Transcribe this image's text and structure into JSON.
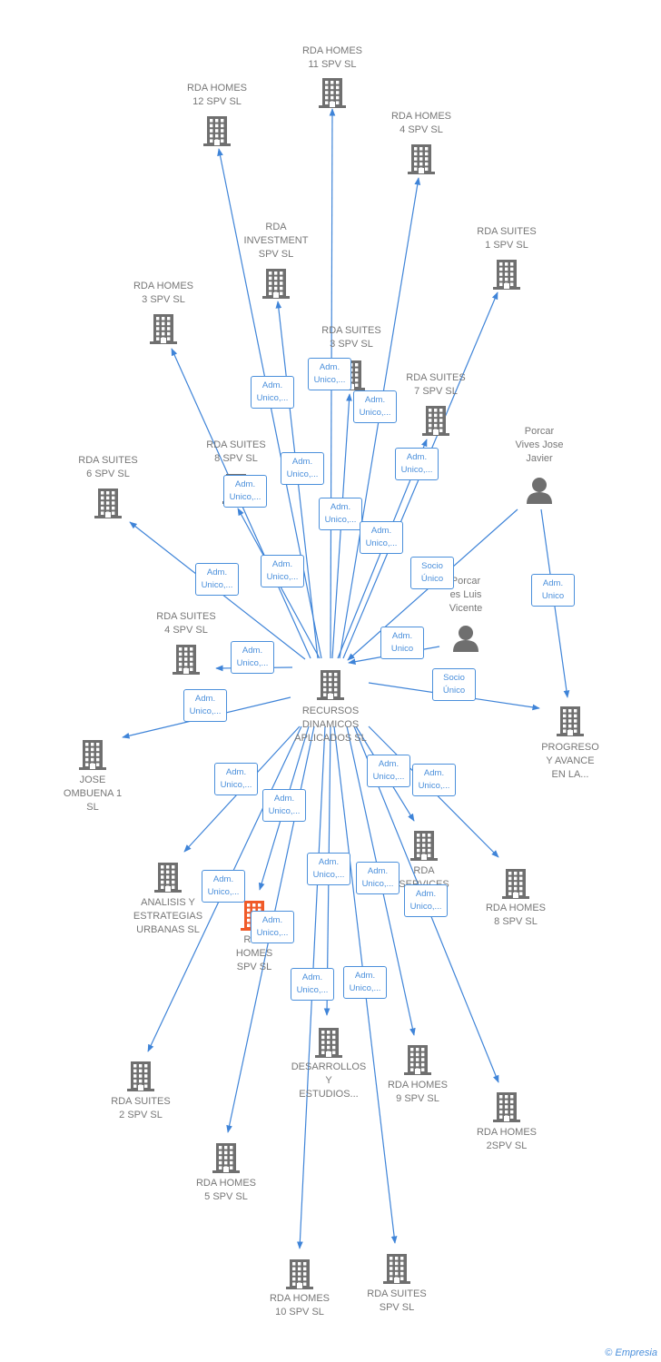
{
  "footer": {
    "copyright": "©",
    "brand": "Empresia"
  },
  "colors": {
    "edge": "#3f84d8",
    "company": "#6f6f6f",
    "highlight": "#f05a28",
    "person": "#6f6f6f",
    "label": "#777777"
  },
  "nodes": [
    {
      "id": "center",
      "kind": "company",
      "lines": [
        "RECURSOS",
        "DINAMICOS",
        "APLICADOS  SL"
      ]
    },
    {
      "id": "homes11",
      "kind": "company",
      "lines": [
        "RDA HOMES",
        "11 SPV  SL"
      ]
    },
    {
      "id": "homes12",
      "kind": "company",
      "lines": [
        "RDA HOMES",
        "12 SPV  SL"
      ]
    },
    {
      "id": "homes4",
      "kind": "company",
      "lines": [
        "RDA HOMES",
        "4 SPV  SL"
      ]
    },
    {
      "id": "investment",
      "kind": "company",
      "lines": [
        "RDA",
        "INVESTMENT",
        "SPV  SL"
      ]
    },
    {
      "id": "suites1",
      "kind": "company",
      "lines": [
        "RDA SUITES",
        "1 SPV  SL"
      ]
    },
    {
      "id": "homes3",
      "kind": "company",
      "lines": [
        "RDA HOMES",
        "3 SPV  SL"
      ]
    },
    {
      "id": "suites3",
      "kind": "company",
      "lines": [
        "RDA SUITES",
        "3 SPV  SL"
      ]
    },
    {
      "id": "suites7",
      "kind": "company",
      "lines": [
        "RDA SUITES",
        "7 SPV  SL"
      ]
    },
    {
      "id": "porcarjj",
      "kind": "person",
      "lines": [
        "Porcar",
        "Vives Jose",
        "Javier"
      ]
    },
    {
      "id": "suites8",
      "kind": "company",
      "lines": [
        "RDA SUITES",
        "8 SPV  SL"
      ]
    },
    {
      "id": "suites6",
      "kind": "company",
      "lines": [
        "RDA SUITES",
        "6 SPV  SL"
      ]
    },
    {
      "id": "porcarjlv",
      "kind": "person",
      "lines": [
        "Porcar",
        "es Luis",
        "Vicente"
      ]
    },
    {
      "id": "suites4",
      "kind": "company",
      "lines": [
        "RDA SUITES",
        "4 SPV  SL"
      ]
    },
    {
      "id": "progreso",
      "kind": "company",
      "lines": [
        "PROGRESO",
        "Y AVANCE",
        "EN LA..."
      ]
    },
    {
      "id": "jose",
      "kind": "company",
      "lines": [
        "JOSE",
        "OMBUENA 1",
        "SL"
      ]
    },
    {
      "id": "analisis",
      "kind": "company",
      "lines": [
        "ANALISIS Y",
        "ESTRATEGIAS",
        "URBANAS  SL"
      ]
    },
    {
      "id": "homesspv",
      "kind": "highlight",
      "lines": [
        "RDA",
        "HOMES",
        "SPV  SL"
      ]
    },
    {
      "id": "services",
      "kind": "company",
      "lines": [
        "RDA",
        "SERVICES",
        "SPV  SL"
      ]
    },
    {
      "id": "homes8",
      "kind": "company",
      "lines": [
        "RDA HOMES",
        "8 SPV  SL"
      ]
    },
    {
      "id": "suites2",
      "kind": "company",
      "lines": [
        "RDA SUITES",
        "2 SPV  SL"
      ]
    },
    {
      "id": "desarrollos",
      "kind": "company",
      "lines": [
        "DESARROLLOS",
        "Y",
        "ESTUDIOS..."
      ]
    },
    {
      "id": "homes9",
      "kind": "company",
      "lines": [
        "RDA HOMES",
        "9 SPV  SL"
      ]
    },
    {
      "id": "homes2spv",
      "kind": "company",
      "lines": [
        "RDA HOMES",
        "2SPV  SL"
      ]
    },
    {
      "id": "homes5",
      "kind": "company",
      "lines": [
        "RDA HOMES",
        "5 SPV  SL"
      ]
    },
    {
      "id": "homes10",
      "kind": "company",
      "lines": [
        "RDA HOMES",
        "10 SPV  SL"
      ]
    },
    {
      "id": "suitesspv",
      "kind": "company",
      "lines": [
        "RDA SUITES",
        "SPV  SL"
      ]
    }
  ],
  "edges": [
    {
      "from": "center",
      "to": "homes11",
      "label": [
        "Adm.",
        "Unico,..."
      ]
    },
    {
      "from": "center",
      "to": "homes12",
      "label": [
        "Adm.",
        "Unico,..."
      ]
    },
    {
      "from": "center",
      "to": "homes4",
      "label": [
        "Adm.",
        "Unico,..."
      ]
    },
    {
      "from": "center",
      "to": "investment",
      "label": [
        "Adm.",
        "Unico,..."
      ]
    },
    {
      "from": "center",
      "to": "suites1",
      "label": [
        "Adm.",
        "Unico,..."
      ]
    },
    {
      "from": "center",
      "to": "homes3",
      "label": [
        "Adm.",
        "Unico,..."
      ]
    },
    {
      "from": "center",
      "to": "suites3",
      "label": [
        "Adm.",
        "Unico,..."
      ]
    },
    {
      "from": "center",
      "to": "suites7",
      "label": [
        "Adm.",
        "Unico,..."
      ]
    },
    {
      "from": "center",
      "to": "suites8",
      "label": [
        "Adm.",
        "Unico,..."
      ]
    },
    {
      "from": "center",
      "to": "suites6",
      "label": [
        "Adm.",
        "Unico,..."
      ]
    },
    {
      "from": "center",
      "to": "suites4",
      "label": [
        "Adm.",
        "Unico,..."
      ]
    },
    {
      "from": "center",
      "to": "jose",
      "label": [
        "Adm.",
        "Unico,..."
      ]
    },
    {
      "from": "porcarjj",
      "to": "center",
      "label": [
        "Socio",
        "Único"
      ]
    },
    {
      "from": "porcarjj",
      "to": "progreso",
      "label": [
        "Adm.",
        "Unico"
      ]
    },
    {
      "from": "porcarjlv",
      "to": "center",
      "label": [
        "Adm.",
        "Unico"
      ]
    },
    {
      "from": "center",
      "to": "progreso",
      "label": [
        "Socio",
        "Único"
      ]
    },
    {
      "from": "center",
      "to": "analisis",
      "label": [
        "Adm.",
        "Unico,..."
      ]
    },
    {
      "from": "center",
      "to": "homesspv",
      "label": [
        "Adm.",
        "Unico,..."
      ]
    },
    {
      "from": "center",
      "to": "services",
      "label": [
        "Adm.",
        "Unico,..."
      ]
    },
    {
      "from": "center",
      "to": "homes8",
      "label": [
        "Adm.",
        "Unico,..."
      ]
    },
    {
      "from": "center",
      "to": "suites2",
      "label": [
        "Adm.",
        "Unico,..."
      ]
    },
    {
      "from": "center",
      "to": "desarrollos",
      "label": [
        "Adm.",
        "Unico,..."
      ]
    },
    {
      "from": "center",
      "to": "homes9",
      "label": [
        "Adm.",
        "Unico,..."
      ]
    },
    {
      "from": "center",
      "to": "homes2spv",
      "label": [
        "Adm.",
        "Unico,..."
      ]
    },
    {
      "from": "center",
      "to": "homes5",
      "label": [
        "Adm.",
        "Unico,..."
      ]
    },
    {
      "from": "center",
      "to": "homes10",
      "label": [
        "Adm.",
        "Unico,..."
      ]
    },
    {
      "from": "center",
      "to": "suitesspv",
      "label": [
        "Adm.",
        "Unico,..."
      ]
    }
  ]
}
